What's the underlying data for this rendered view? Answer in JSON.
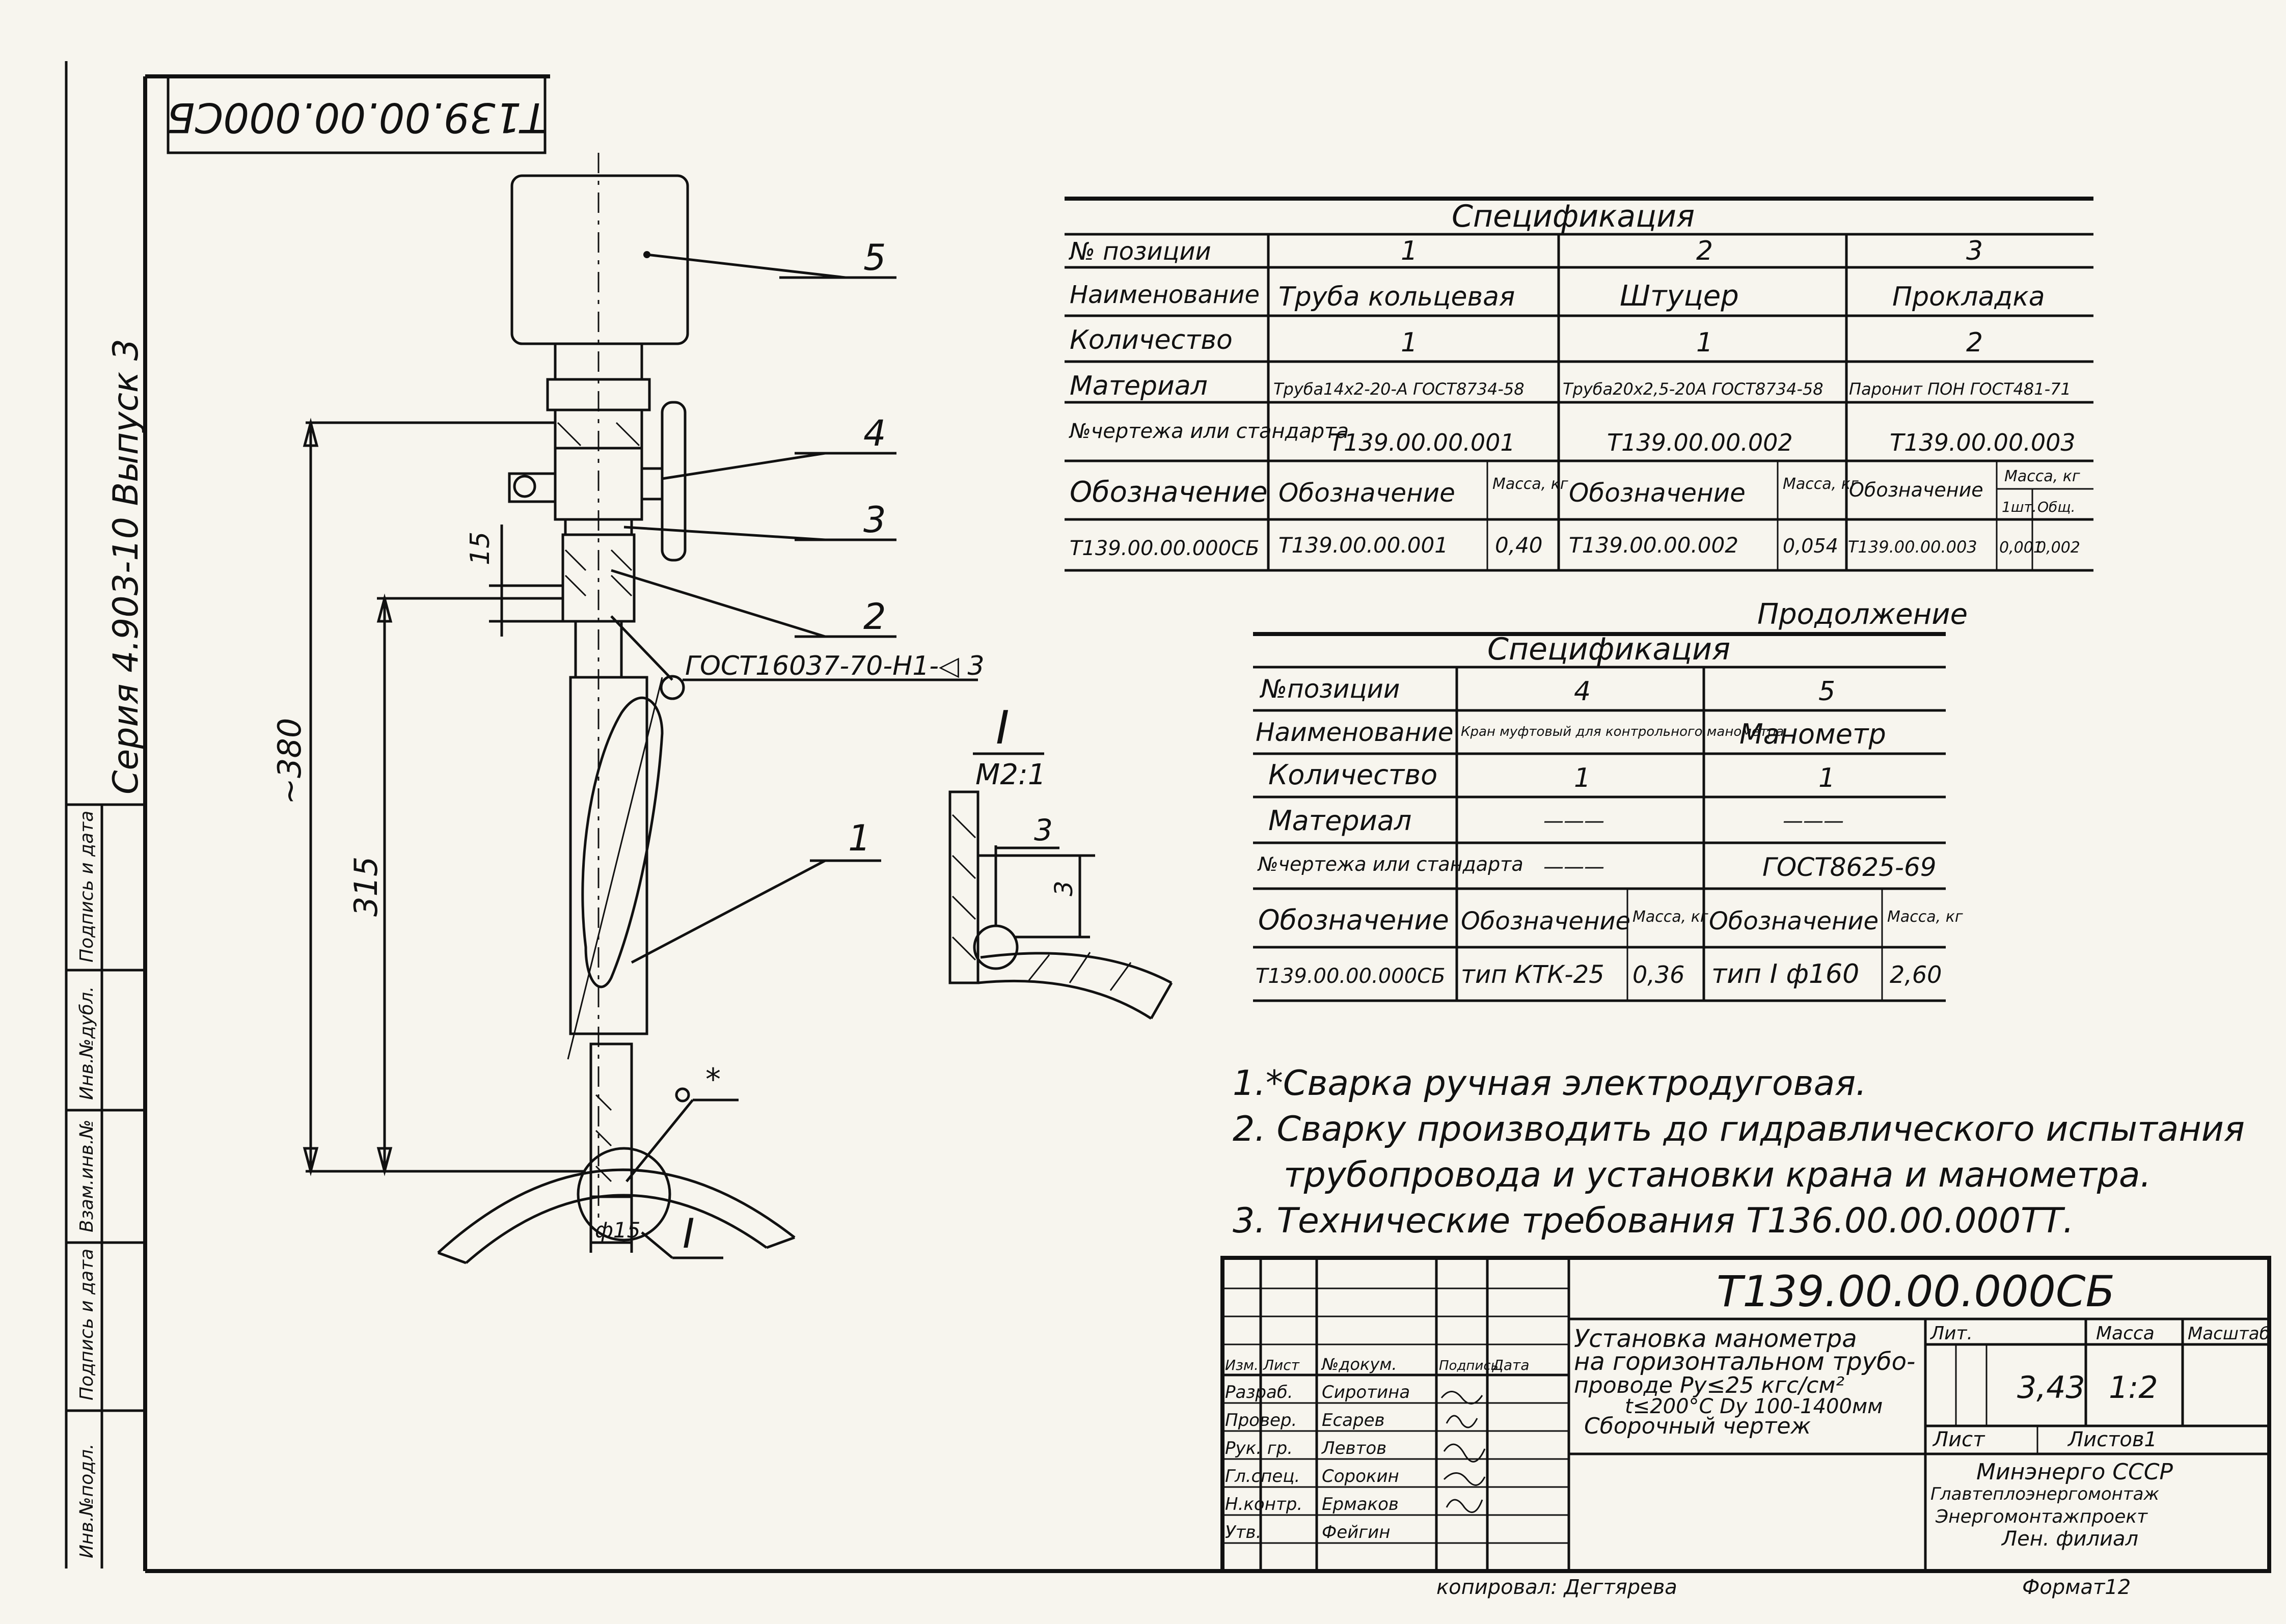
{
  "stamp_top": "Т139.00.00.000СБ",
  "side_series": "Серия 4.903-10 Выпуск 3",
  "side_labels": [
    "Инв.№подл.",
    "Подпись и дата",
    "Взам.инв.№",
    "Инв.№дубл.",
    "Подпись и дата"
  ],
  "spec1": {
    "title": "Спецификация",
    "row_labels": [
      "№ позиции",
      "Наименование",
      "Количество",
      "Материал",
      "№чертежа или стандарта",
      "Обозначение",
      "Т139.00.00.000СБ"
    ],
    "designation_sub": [
      "Обозначение",
      "Масса, кг",
      "Масса, кг",
      "1шт.",
      "Общ."
    ],
    "columns": [
      {
        "pos": "1",
        "name": "Труба кольцевая",
        "qty": "1",
        "material": "Труба14х2-20-А ГОСТ8734-58",
        "drawing": "Т139.00.00.001",
        "designation": "Т139.00.00.001",
        "mass": "0,40"
      },
      {
        "pos": "2",
        "name": "Штуцер",
        "qty": "1",
        "material": "Труба20х2,5-20А ГОСТ8734-58",
        "drawing": "Т139.00.00.002",
        "designation": "Т139.00.00.002",
        "mass": "0,054"
      },
      {
        "pos": "3",
        "name": "Прокладка",
        "qty": "2",
        "material": "Паронит ПОН ГОСТ481-71",
        "drawing": "Т139.00.00.003",
        "designation": "Т139.00.00.003",
        "mass_one": "0,001",
        "mass_total": "0,002"
      }
    ]
  },
  "spec2": {
    "continuation": "Продолжение",
    "title": "Спецификация",
    "row_labels": [
      "№позиции",
      "Наименование",
      "Количество",
      "Материал",
      "№чертежа или стандарта",
      "Обозначение",
      "Т139.00.00.000СБ"
    ],
    "designation_sub": [
      "Обозначение",
      "Масса, кг"
    ],
    "columns": [
      {
        "pos": "4",
        "name": "Кран муфтовый для контрольного манометра",
        "qty": "1",
        "material": "———",
        "drawing": "———",
        "designation": "тип КТК-25",
        "mass": "0,36"
      },
      {
        "pos": "5",
        "name": "Манометр",
        "qty": "1",
        "material": "———",
        "drawing": "ГОСТ8625-69",
        "designation": "тип I ф160",
        "mass": "2,60"
      }
    ]
  },
  "notes": [
    "1.*Сварка ручная электродуговая.",
    "2. Сварку производить до гидравлического испытания",
    "трубопровода и установки крана и манометра.",
    "3. Технические требования Т136.00.00.000ТТ."
  ],
  "drawing": {
    "positions": [
      "5",
      "4",
      "3",
      "2",
      "1"
    ],
    "weld_callout": "ГОСТ16037-70-Н1-◁ 3",
    "dim_total": "~380",
    "dim_315": "315",
    "dim_15": "15",
    "dim_diam": "ф15",
    "detail_ref": "I",
    "weld_star": "*",
    "detail_scale": "М2:1",
    "detail_dim_h": "3",
    "detail_dim_v": "3"
  },
  "title_block": {
    "code": "Т139.00.00.000СБ",
    "title_lines": [
      "Установка манометра",
      "на горизонтальном трубо-",
      "проводе Ру≤25 кгс/см²",
      "t≤200°С Dy 100-1400мм",
      "Сборочный чертеж"
    ],
    "col_headers": [
      "Изм.",
      "Лист",
      "№докум.",
      "Подпись",
      "Дата"
    ],
    "roles": [
      {
        "role": "Разраб.",
        "name": "Сиротина"
      },
      {
        "role": "Провер.",
        "name": "Есарев"
      },
      {
        "role": "Рук. гр.",
        "name": "Левтов"
      },
      {
        "role": "Гл.спец.",
        "name": "Сорокин"
      },
      {
        "role": "Н.контр.",
        "name": "Ермаков"
      },
      {
        "role": "Утв.",
        "name": "Фейгин"
      }
    ],
    "lit_label": "Лит.",
    "mass_label": "Масса",
    "scale_label": "Масштаб",
    "mass": "3,43",
    "scale": "1:2",
    "sheet_label": "Лист",
    "sheets_label": "Листов1",
    "org": [
      "Минэнерго СССР",
      "Главтеплоэнергомонтаж",
      "Энергомонтажпроект",
      "Лен. филиал"
    ]
  },
  "footer_copied": "копировал: Дегтярева",
  "footer_format": "Формат12"
}
